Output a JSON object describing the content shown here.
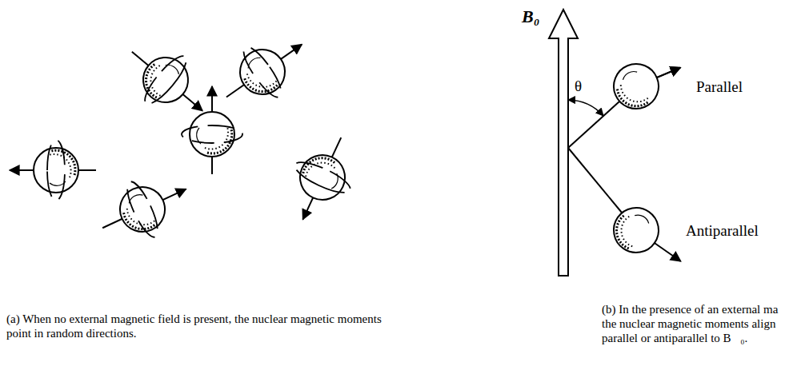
{
  "diagram": {
    "labels": [
      "B₀",
      "θ",
      "Parallel",
      "Antiparallel",
      "(a) When no external magnetic field is present, the nuclear magnetic moments point in random directions.",
      "(b) In the presence of an external ma the nuclear magnetic moments align parallel or antiparallel to B⃗₀."
    ]
  }
}
